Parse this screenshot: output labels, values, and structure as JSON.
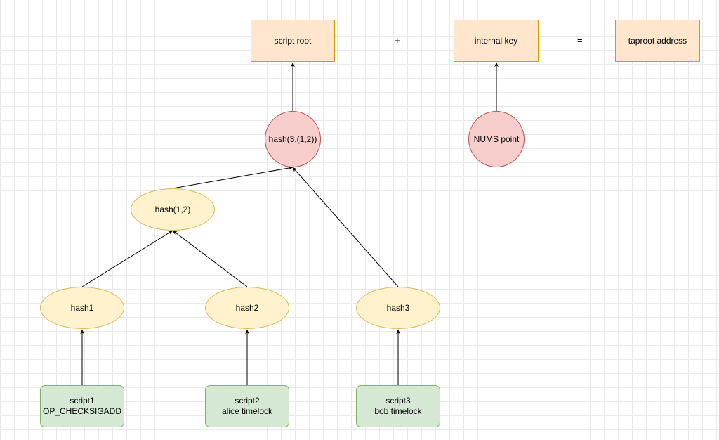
{
  "nodes": {
    "script_root": "script root",
    "internal_key": "internal key",
    "taproot_address": "taproot address",
    "hash_3_1_2": "hash(3,(1,2))",
    "nums_point": "NUMS point",
    "hash_1_2": "hash(1,2)",
    "hash1": "hash1",
    "hash2": "hash2",
    "hash3": "hash3",
    "script1": {
      "line1": "script1",
      "line2": "OP_CHECKSIGADD"
    },
    "script2": {
      "line1": "script2",
      "line2": "alice timelock"
    },
    "script3": {
      "line1": "script3",
      "line2": "bob timelock"
    }
  },
  "operators": {
    "plus": "+",
    "equals": "="
  },
  "colors": {
    "orange_fill": "#ffe6cc",
    "orange_stroke": "#d79b00",
    "green_fill": "#d5e8d4",
    "green_stroke": "#82b366",
    "yellow_fill": "#fff2cc",
    "yellow_stroke": "#d6b656",
    "red_fill": "#f8cecc",
    "red_stroke": "#b85450"
  }
}
